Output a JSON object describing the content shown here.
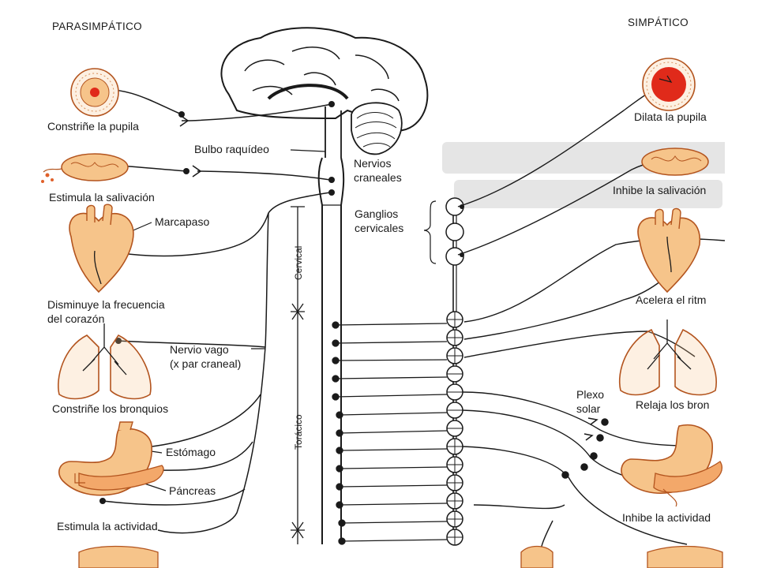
{
  "header": {
    "left": "PARASIMPÁTICO",
    "right": "SIMPÁTICO"
  },
  "central": {
    "bulbo": "Bulbo raquídeo",
    "nervios_1": "Nervios",
    "nervios_2": "craneales",
    "ganglios_1": "Ganglios",
    "ganglios_2": "cervicales",
    "cervical": "Cervical",
    "toracico": "Torácico",
    "vago_1": "Nervio vago",
    "vago_2": "(x par craneal)",
    "marcapaso": "Marcapaso",
    "estomago": "Estómago",
    "pancreas": "Páncreas",
    "plexo_1": "Plexo",
    "plexo_2": "solar"
  },
  "parasympathetic": {
    "pupila": "Constriñe la pupila",
    "salivacion": "Estimula la salivación",
    "corazon_1": "Disminuye la frecuencia",
    "corazon_2": "del corazón",
    "bronquios": "Constriñe los bronquios",
    "actividad": "Estimula la actividad"
  },
  "sympathetic": {
    "pupila": "Dilata la pupila",
    "salivacion": "Inhibe la salivación",
    "ritmo": "Acelera el ritm",
    "bronquios": "Relaja los bron",
    "actividad": "Inhibe la actividad"
  },
  "colors": {
    "ink": "#1a1a1a",
    "organ_fill": "#f6c48a",
    "organ_stroke": "#b3541e",
    "pupil_red": "#e02a1a",
    "paper": "#ffffff"
  }
}
